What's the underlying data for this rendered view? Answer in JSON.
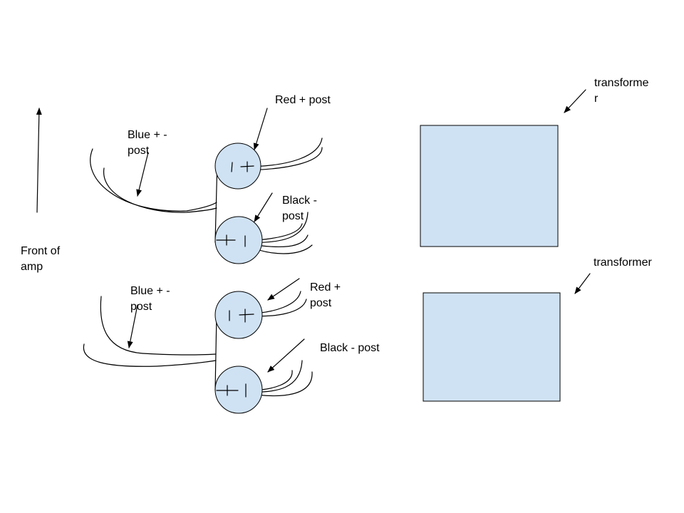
{
  "labels": {
    "front": "Front of\namp",
    "top_blue": "Blue + -\npost",
    "top_red": "Red + post",
    "top_black": "Black -\npost",
    "bottom_blue": "Blue + -\npost",
    "bottom_red": "Red +\npost",
    "bottom_black": "Black - post",
    "transformer_top": "transforme\nr",
    "transformer_bottom": "transformer"
  },
  "colors": {
    "post_fill": "#cfe2f3",
    "transformer_fill": "#cfe2f3",
    "ink": "#000000"
  }
}
